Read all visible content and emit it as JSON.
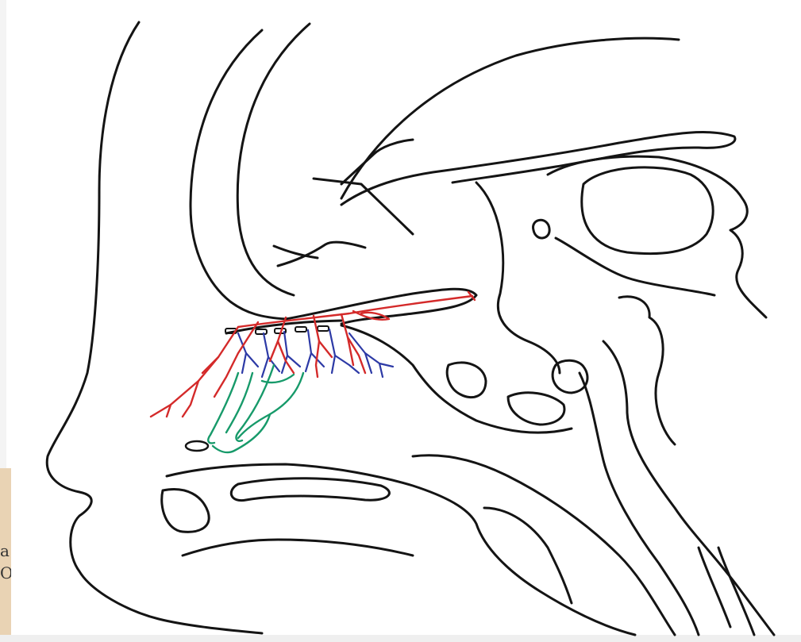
{
  "figure": {
    "kind": "hand-drawn sagittal head section diagram",
    "colors": {
      "outline": "#141414",
      "artery": "#d42a2a",
      "vein": "#2d3aa6",
      "nerve": "#179a6a",
      "paper": "#ffffff",
      "scan_edge": "#e9d3b4"
    }
  },
  "edge_fragment": {
    "line1": "a",
    "line2": "O"
  }
}
